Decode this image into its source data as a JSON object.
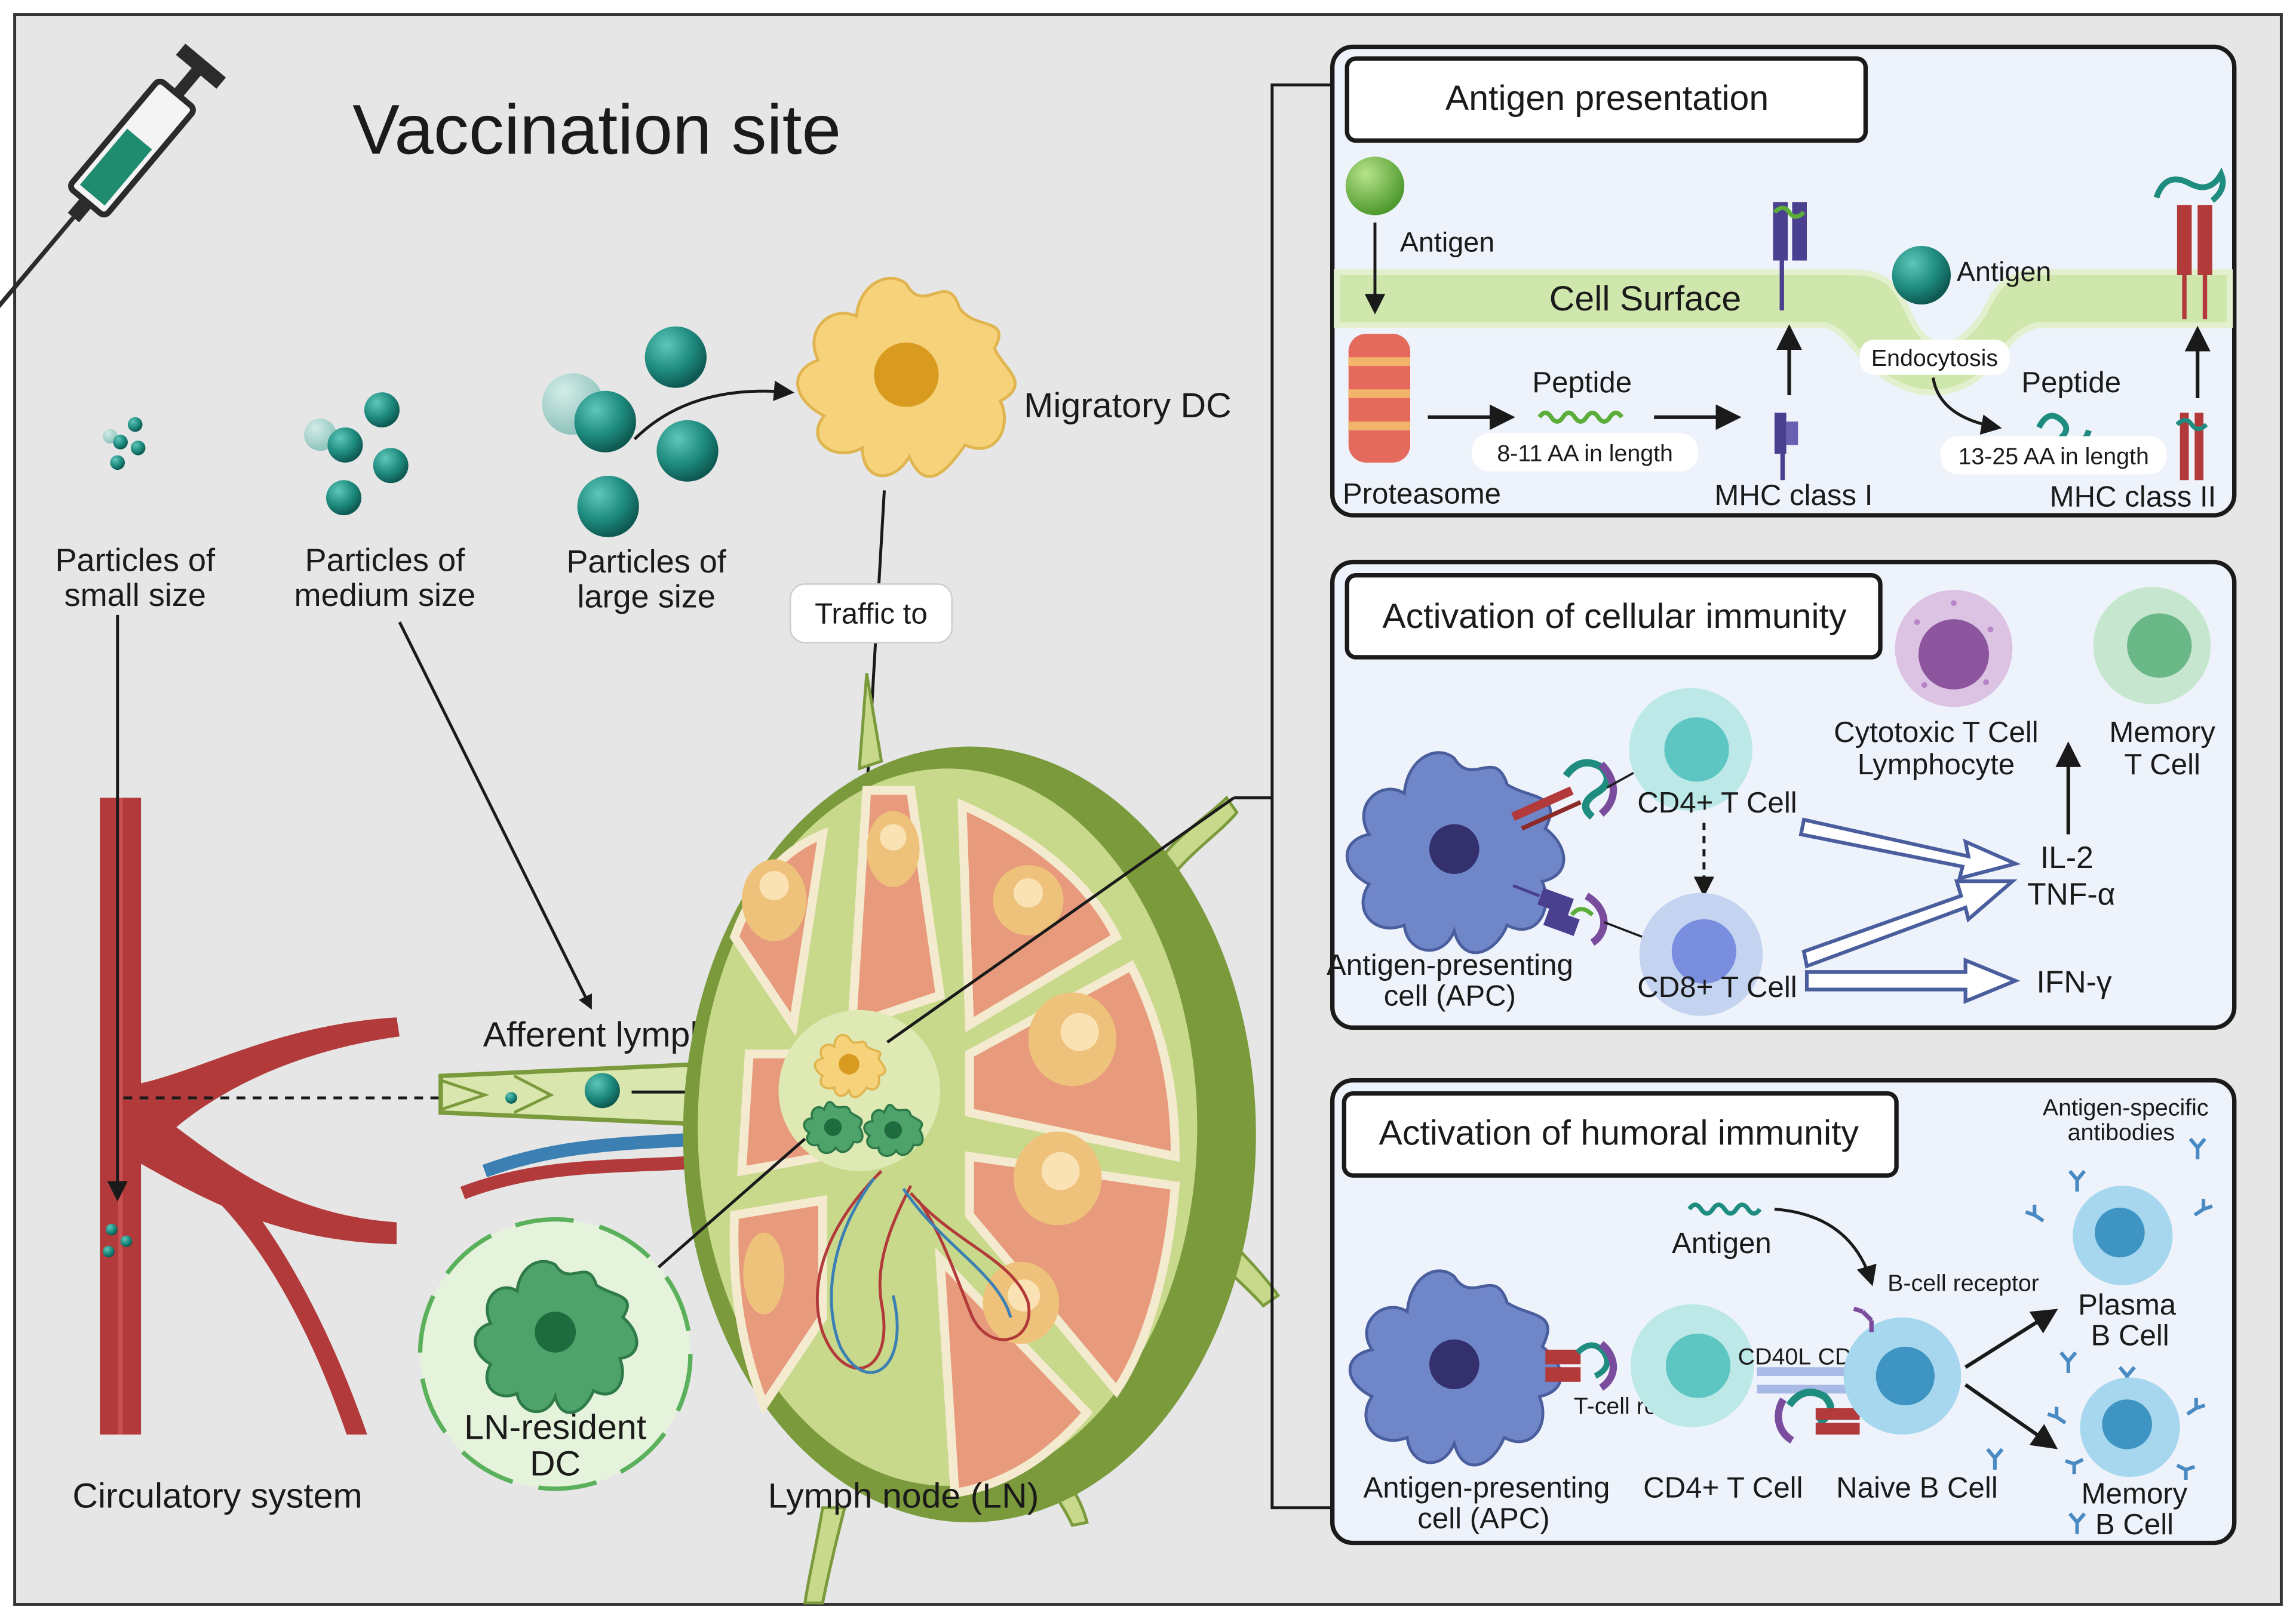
{
  "title": "Vaccination site",
  "left": {
    "particles_small": [
      "Particles of",
      "small size"
    ],
    "particles_medium": [
      "Particles of",
      "medium size"
    ],
    "particles_large": [
      "Particles of",
      "large size"
    ],
    "migratory_dc": "Migratory DC",
    "traffic_to": "Traffic to",
    "afferent_lymph": "Afferent lymph",
    "ln_resident_dc": [
      "LN-resident",
      "DC"
    ],
    "circulatory_system": "Circulatory system",
    "lymph_node": "Lymph node (LN)"
  },
  "panel_antigen": {
    "title": "Antigen presentation",
    "antigen_left": "Antigen",
    "cell_surface": "Cell Surface",
    "antigen_right": "Antigen",
    "endocytosis": "Endocytosis",
    "peptide_left": "Peptide",
    "peptide_left_length": "8-11 AA in length",
    "peptide_right": "Peptide",
    "peptide_right_length": "13-25 AA in length",
    "proteasome": "Proteasome",
    "mhc1": "MHC class I",
    "mhc2": "MHC class II"
  },
  "panel_cellular": {
    "title": "Activation of cellular immunity",
    "cytotoxic": [
      "Cytotoxic T Cell",
      "Lymphocyte"
    ],
    "memory_t": [
      "Memory",
      "T Cell"
    ],
    "cd4": "CD4+ T Cell",
    "cd8": "CD8+ T Cell",
    "apc": [
      "Antigen-presenting",
      "cell (APC)"
    ],
    "il2": "IL-2",
    "tnf": "TNF-α",
    "ifn": "IFN-γ"
  },
  "panel_humoral": {
    "title": "Activation of humoral immunity",
    "antibodies": [
      "Antigen-specific",
      "antibodies"
    ],
    "antigen": "Antigen",
    "bcr": "B-cell receptor",
    "cd40l": "CD40L",
    "cd40": "CD40",
    "tcr": "T-cell receptor",
    "plasma": [
      "Plasma",
      "B Cell"
    ],
    "memory_b": [
      "Memory",
      "B Cell"
    ],
    "apc": [
      "Antigen-presenting",
      "cell (APC)"
    ],
    "cd4": "CD4+ T Cell",
    "naive_b": "Naive B Cell"
  },
  "colors": {
    "background": "#e6e6e6",
    "panel": "#eef3fb",
    "teal": "#1f8c80",
    "lymph_green": "#7a9a3c",
    "vessel_red": "#b23a3a",
    "dc_yellow": "#f6d27a"
  }
}
